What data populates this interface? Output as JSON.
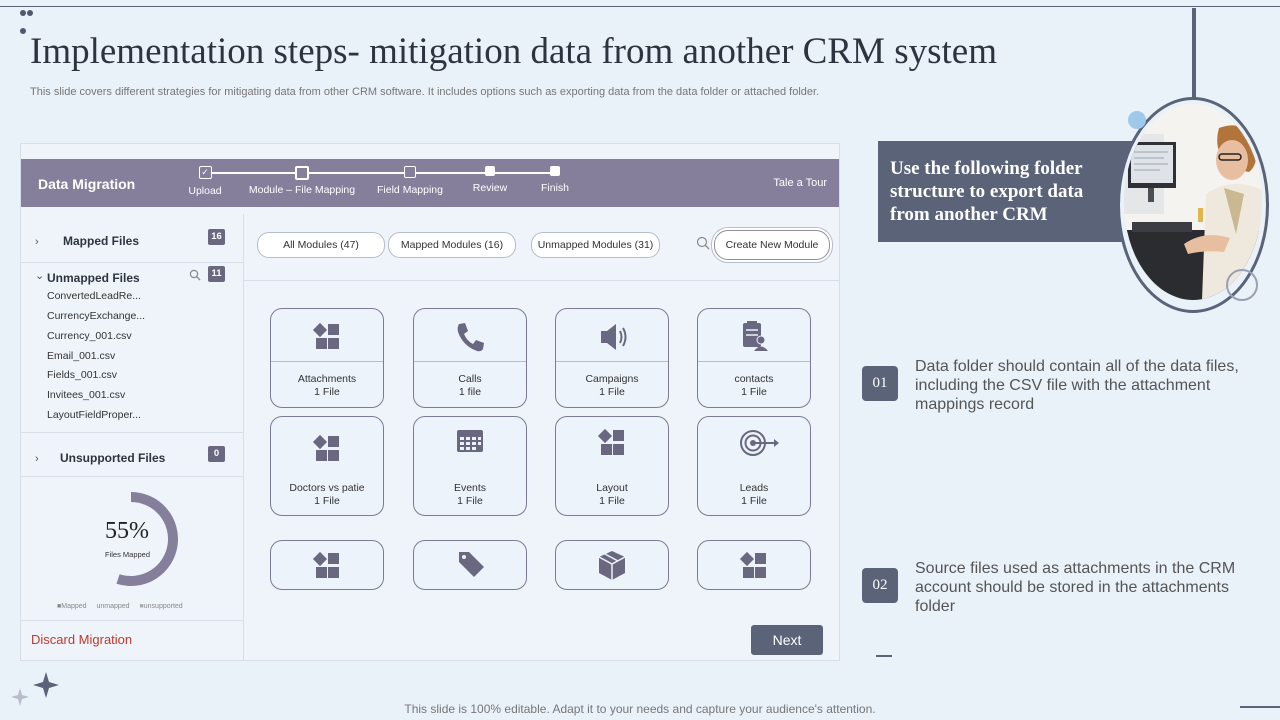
{
  "slide": {
    "title": "Implementation steps- mitigation data from another CRM system",
    "subtitle": "This slide covers different strategies for mitigating data from other CRM software. It includes options such as exporting data from the data folder or attached folder.",
    "footer": "This slide is 100% editable. Adapt it to your needs and capture your audience's attention."
  },
  "app": {
    "title": "Data Migration",
    "tour_link": "Tale a Tour",
    "steps": [
      {
        "label": "Upload",
        "state": "done"
      },
      {
        "label": "Module – File Mapping",
        "state": "current"
      },
      {
        "label": "Field Mapping",
        "state": "pending"
      },
      {
        "label": "Review",
        "state": "pending"
      },
      {
        "label": "Finish",
        "state": "pending"
      }
    ],
    "sidebar": {
      "mapped": {
        "label": "Mapped Files",
        "count": "16"
      },
      "unmapped": {
        "label": "Unmapped Files",
        "count": "11"
      },
      "unmapped_files": [
        "ConvertedLeadRe...",
        "CurrencyExchange...",
        "Currency_001.csv",
        "Email_001.csv",
        "Fields_001.csv",
        "Invitees_001.csv",
        "LayoutFieldProper..."
      ],
      "unsupported": {
        "label": "Unsupported Files",
        "count": "0"
      },
      "progress": {
        "percent_label": "55%",
        "value": 0.55,
        "caption": "Files Mapped"
      },
      "legend": [
        "Mapped",
        "unmapped",
        "unsupported"
      ],
      "discard_label": "Discard Migration"
    },
    "filters": [
      "All Modules (47)",
      "Mapped Modules (16)",
      "Unmapped Modules (31)"
    ],
    "create_label": "Create New Module",
    "modules": [
      {
        "name": "Attachments",
        "count": "1 File",
        "icon": "grid-icon"
      },
      {
        "name": "Calls",
        "count": "1 file",
        "icon": "phone-icon"
      },
      {
        "name": "Campaigns",
        "count": "1 File",
        "icon": "speaker-icon"
      },
      {
        "name": "contacts",
        "count": "1 File",
        "icon": "contact-card-icon"
      },
      {
        "name": "Doctors vs patie",
        "count": "1 File",
        "icon": "grid-icon"
      },
      {
        "name": "Events",
        "count": "1 File",
        "icon": "calendar-icon"
      },
      {
        "name": "Layout",
        "count": "1 File",
        "icon": "grid-icon"
      },
      {
        "name": "Leads",
        "count": "1 File",
        "icon": "target-icon"
      }
    ],
    "extra_icons": [
      "grid-icon",
      "tag-icon",
      "box-icon",
      "grid-icon"
    ],
    "next_label": "Next"
  },
  "right": {
    "callout": "Use the following folder structure to export data from another CRM",
    "points": [
      {
        "num": "01",
        "text": "Data folder should contain all of the data files, including the CSV file with the attachment mappings record"
      },
      {
        "num": "02",
        "text": "Source files used as attachments  in the CRM account should be stored in the attachments folder"
      }
    ]
  },
  "colors": {
    "accent": "#5a6378",
    "header": "#857f9c",
    "background": "#e9f1f9",
    "discard": "#c0392b"
  }
}
